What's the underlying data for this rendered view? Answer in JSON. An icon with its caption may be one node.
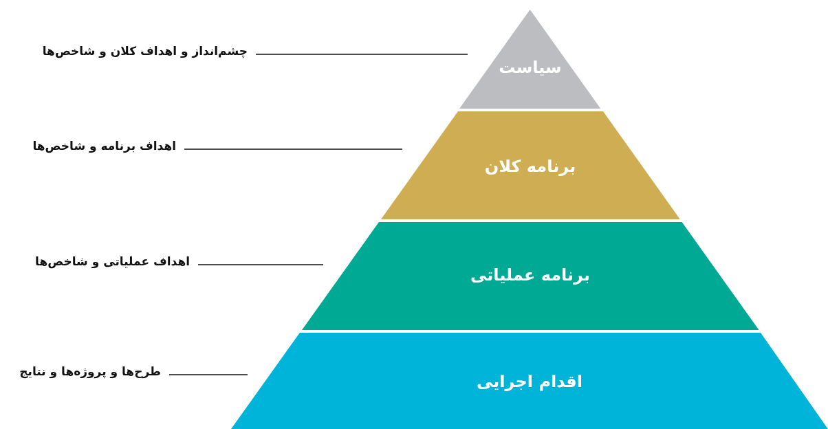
{
  "diagram": {
    "nodes": [
      {
        "text": [
          "سیاست"
        ]
      },
      {
        "text": [
          "برنامه کلان"
        ]
      },
      {
        "text": [
          "برنامه عملیاتی"
        ]
      },
      {
        "text": [
          "اقدام اجرایی"
        ]
      },
      {
        "text": [
          "چشم‌انداز و اهداف کلان و شاخص‌ها"
        ]
      },
      {
        "text": [
          "اهداف برنامه و شاخص‌ها"
        ]
      },
      {
        "text": [
          "اهداف عملیاتی و شاخص‌ها"
        ]
      },
      {
        "text": [
          "طرح‌ها و پروژه‌ها و نتایج"
        ]
      }
    ],
    "edges": [
      {
        "from": 4,
        "to": 0,
        "arrow": "none"
      },
      {
        "from": 5,
        "to": 1,
        "arrow": "none"
      },
      {
        "from": 6,
        "to": 2,
        "arrow": "none"
      },
      {
        "from": 7,
        "to": 3,
        "arrow": "none"
      }
    ]
  }
}
